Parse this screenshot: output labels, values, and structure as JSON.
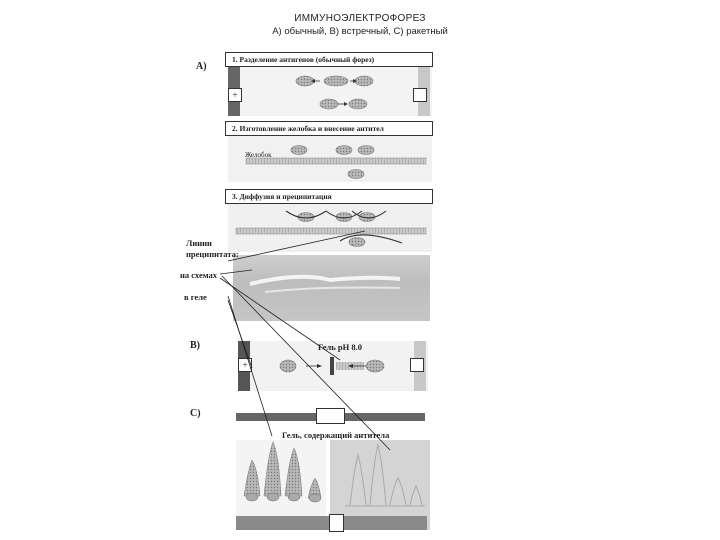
{
  "header": {
    "title": "ИММУНОЭЛЕКТРОФОРЕЗ",
    "subtitle": "А)   обычный, В)   встречный, С)   ракетный"
  },
  "section_a": {
    "label": "А)",
    "step1": "1. Разделение антигенов (обычный форез)",
    "step2": "2. Изготовление желобка и внесение антител",
    "step3": "3. Диффузия и преципитация",
    "plus": "+",
    "trough_label": "Желобок"
  },
  "callouts": {
    "lines_title": "Линии преципитата:",
    "on_schemes": "на схемах",
    "in_gel": "в геле"
  },
  "section_b": {
    "label": "В)",
    "gel_ph": "Гель pH 8.0",
    "plus": "+"
  },
  "section_c": {
    "label": "С)",
    "gel_label": "Гель, содержащий антитела"
  }
}
